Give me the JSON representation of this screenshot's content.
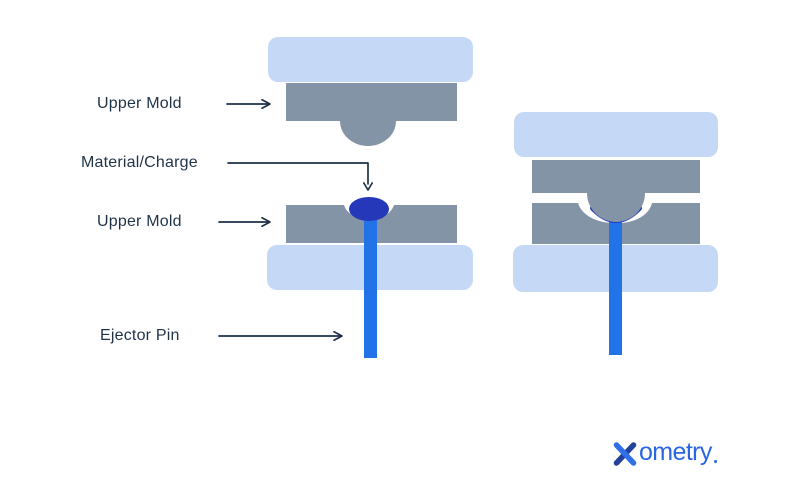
{
  "page": {
    "background": "#ffffff"
  },
  "diagram": {
    "title_implicit": "Compression molding mold diagram",
    "labels": [
      {
        "text": "Upper Mold"
      },
      {
        "text": "Material/Charge"
      },
      {
        "text": "Upper Mold"
      },
      {
        "text": "Ejector Pin"
      }
    ]
  },
  "logo": {
    "brand": "Xometry",
    "wordmark_x": "X",
    "wordmark_rest": "ometry"
  },
  "colors": {
    "platen": "#c5d9f7",
    "mold": "#8394a6",
    "ejector_pin": "#2273e8",
    "material": "#2638ba",
    "annotation": "#1d3147",
    "logo_text": "#2a66e3",
    "logo_x_dark": "#24419b",
    "logo_x_light": "#2f6fe8"
  }
}
